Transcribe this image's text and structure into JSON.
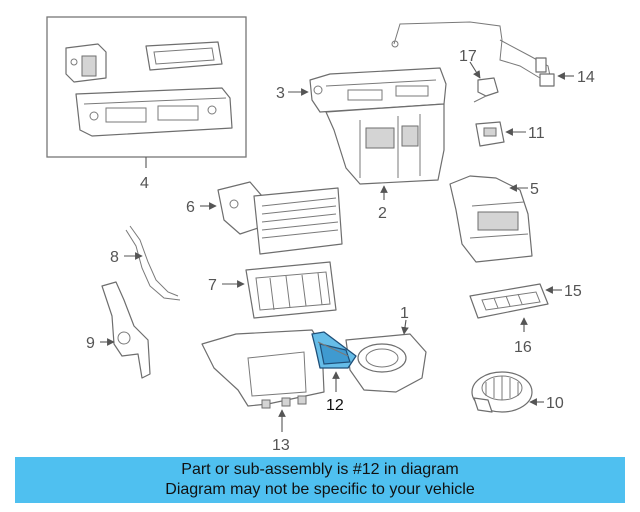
{
  "diagram": {
    "callouts": {
      "c1": "1",
      "c2": "2",
      "c3": "3",
      "c4": "4",
      "c5": "5",
      "c6": "6",
      "c7": "7",
      "c8": "8",
      "c9": "9",
      "c10": "10",
      "c11": "11",
      "c12": "12",
      "c13": "13",
      "c14": "14",
      "c15": "15",
      "c16": "16",
      "c17": "17"
    },
    "highlighted_part": "12",
    "highlight_color": "#66bde8"
  },
  "banner": {
    "line1": "Part or sub-assembly is #12 in diagram",
    "line2": "Diagram may not be specific to your vehicle",
    "background": "#4fc0f0"
  }
}
